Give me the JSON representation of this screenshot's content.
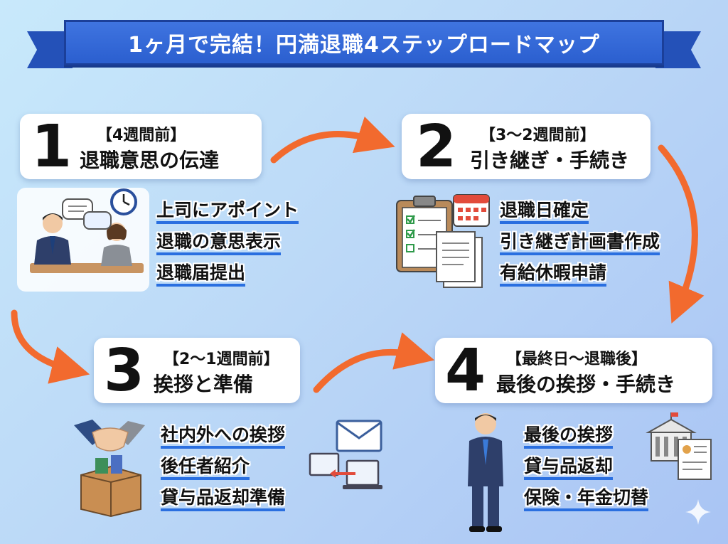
{
  "title": "1ヶ月で完結！円満退職4ステップロードマップ",
  "colors": {
    "banner": "#2b5fcf",
    "arrow": "#f26a2e",
    "underline": "#2a6fe0"
  },
  "steps": [
    {
      "number": "1",
      "when": "【4週間前】",
      "title": "退職意思の伝達",
      "items": [
        "上司にアポイント",
        "退職の意思表示",
        "退職届提出"
      ],
      "icons": [
        "meeting-people-icon",
        "speech-bubbles-icon",
        "clock-icon"
      ]
    },
    {
      "number": "2",
      "when": "【3〜2週間前】",
      "title": "引き継ぎ・手続き",
      "items": [
        "退職日確定",
        "引き継ぎ計画書作成",
        "有給休暇申請"
      ],
      "icons": [
        "clipboard-checklist-icon",
        "calendar-icon",
        "documents-icon"
      ]
    },
    {
      "number": "3",
      "when": "【2〜1週間前】",
      "title": "挨拶と準備",
      "items": [
        "社内外への挨拶",
        "後任者紹介",
        "貸与品返却準備"
      ],
      "icons": [
        "handshake-icon",
        "box-icon",
        "envelope-icon",
        "computer-transfer-icon"
      ]
    },
    {
      "number": "4",
      "when": "【最終日〜退職後】",
      "title": "最後の挨拶・手続き",
      "items": [
        "最後の挨拶",
        "貸与品返却",
        "保険・年金切替"
      ],
      "icons": [
        "bowing-person-icon",
        "government-building-icon",
        "id-document-icon"
      ]
    }
  ]
}
